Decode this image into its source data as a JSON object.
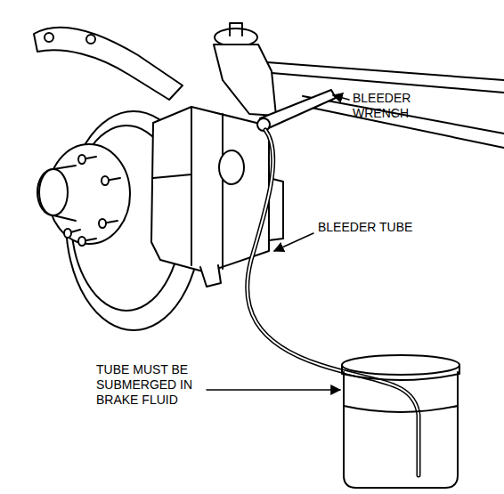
{
  "diagram": {
    "labels": [
      "BLEEDER WRENCH",
      "BLEEDER TUBE",
      "TUBE MUST BE SUBMERGED IN BRAKE FLUID"
    ]
  }
}
